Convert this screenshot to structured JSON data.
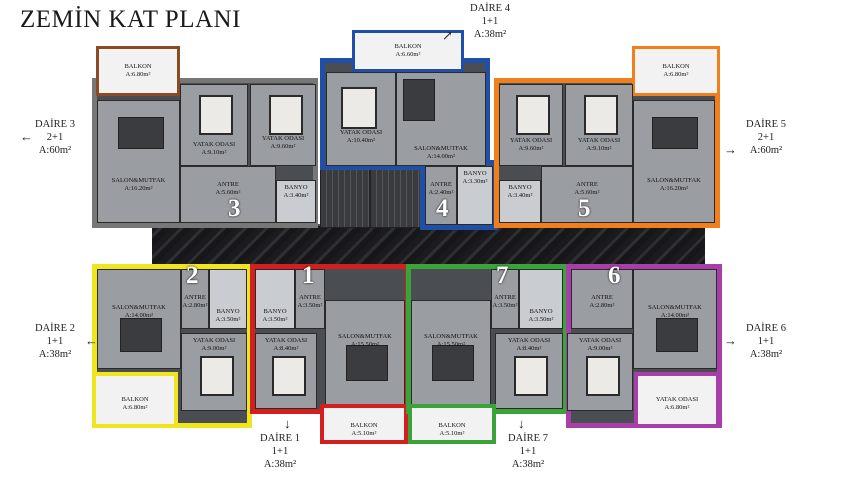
{
  "title": "ZEMİN KAT PLANI",
  "colors": {
    "daire1": "#d22020",
    "daire2": "#f1e51e",
    "daire3": "#8a4a24",
    "daire4": "#1f4fa6",
    "daire5": "#f07f1c",
    "daire6": "#a83fa8",
    "daire7": "#3aa33a"
  },
  "apartments": [
    {
      "id": "3",
      "name": "DAİRE 3",
      "type": "2+1",
      "area": "A:60m²",
      "arrow": "←"
    },
    {
      "id": "4",
      "name": "DAİRE 4",
      "type": "1+1",
      "area": "A:38m²",
      "arrow": "↗"
    },
    {
      "id": "5",
      "name": "DAİRE 5",
      "type": "2+1",
      "area": "A:60m²",
      "arrow": "→"
    },
    {
      "id": "2",
      "name": "DAİRE 2",
      "type": "1+1",
      "area": "A:38m²",
      "arrow": "←"
    },
    {
      "id": "6",
      "name": "DAİRE 6",
      "type": "1+1",
      "area": "A:38m²",
      "arrow": "→"
    },
    {
      "id": "1",
      "name": "DAİRE 1",
      "type": "1+1",
      "area": "A:38m²",
      "arrow": "↓"
    },
    {
      "id": "7",
      "name": "DAİRE 7",
      "type": "1+1",
      "area": "A:38m²",
      "arrow": "↓"
    }
  ],
  "rooms": {
    "d3_balkon": {
      "name": "BALKON",
      "area": "A:6.80m²"
    },
    "d3_yatak1": {
      "name": "YATAK ODASI",
      "area": "A:9.10m²"
    },
    "d3_yatak2": {
      "name": "YATAK ODASI",
      "area": "A:9.60m²"
    },
    "d3_salon": {
      "name": "SALON&MUTFAK",
      "area": "A:16.20m²"
    },
    "d3_antre": {
      "name": "ANTRE",
      "area": "A:5.60m²"
    },
    "d3_banyo": {
      "name": "BANYO",
      "area": "A:3.40m²"
    },
    "d4_balkon": {
      "name": "BALKON",
      "area": "A:6.60m²"
    },
    "d4_yatak": {
      "name": "YATAK ODASI",
      "area": "A:10.40m²"
    },
    "d4_salon": {
      "name": "SALON&MUTFAK",
      "area": "A:14.00m²"
    },
    "d4_antre": {
      "name": "ANTRE",
      "area": "A:2.40m²"
    },
    "d4_banyo": {
      "name": "BANYO",
      "area": "A:3.30m²"
    },
    "d5_balkon": {
      "name": "BALKON",
      "area": "A:6.80m²"
    },
    "d5_yatak1": {
      "name": "YATAK ODASI",
      "area": "A:9.60m²"
    },
    "d5_yatak2": {
      "name": "YATAK ODASI",
      "area": "A:9.10m²"
    },
    "d5_salon": {
      "name": "SALON&MUTFAK",
      "area": "A:16.20m²"
    },
    "d5_antre": {
      "name": "ANTRE",
      "area": "A:5.60m²"
    },
    "d5_banyo": {
      "name": "BANYO",
      "area": "A:3.40m²"
    },
    "d2_salon": {
      "name": "SALON&MUTFAK",
      "area": "A:14.00m²"
    },
    "d2_antre": {
      "name": "ANTRE",
      "area": "A:2.80m²"
    },
    "d2_banyo": {
      "name": "BANYO",
      "area": "A:3.50m²"
    },
    "d2_yatak": {
      "name": "YATAK ODASI",
      "area": "A:9.00m²"
    },
    "d2_balkon": {
      "name": "BALKON",
      "area": "A:6.80m²"
    },
    "d1_banyo": {
      "name": "BANYO",
      "area": "A:3.50m²"
    },
    "d1_antre": {
      "name": "ANTRE",
      "area": "A:3.50m²"
    },
    "d1_yatak": {
      "name": "YATAK ODASI",
      "area": "A:8.40m²"
    },
    "d1_salon": {
      "name": "SALON&MUTFAK",
      "area": "A:15.50m²"
    },
    "d1_balkon": {
      "name": "BALKON",
      "area": "A:5.10m²"
    },
    "d7_salon": {
      "name": "SALON&MUTFAK",
      "area": "A:15.50m²"
    },
    "d7_antre": {
      "name": "ANTRE",
      "area": "A:3.50m²"
    },
    "d7_banyo": {
      "name": "BANYO",
      "area": "A:3.50m²"
    },
    "d7_yatak": {
      "name": "YATAK ODASI",
      "area": "A:8.40m²"
    },
    "d7_balkon": {
      "name": "BALKON",
      "area": "A:5.10m²"
    },
    "d6_antre": {
      "name": "ANTRE",
      "area": "A:2.80m²"
    },
    "d6_salon": {
      "name": "SALON&MUTFAK",
      "area": "A:14.00m²"
    },
    "d6_yatak": {
      "name": "YATAK ODASI",
      "area": "A:9.00m²"
    },
    "d6_balkon": {
      "name": "YATAK ODASI",
      "area": "A:6.80m²"
    }
  }
}
